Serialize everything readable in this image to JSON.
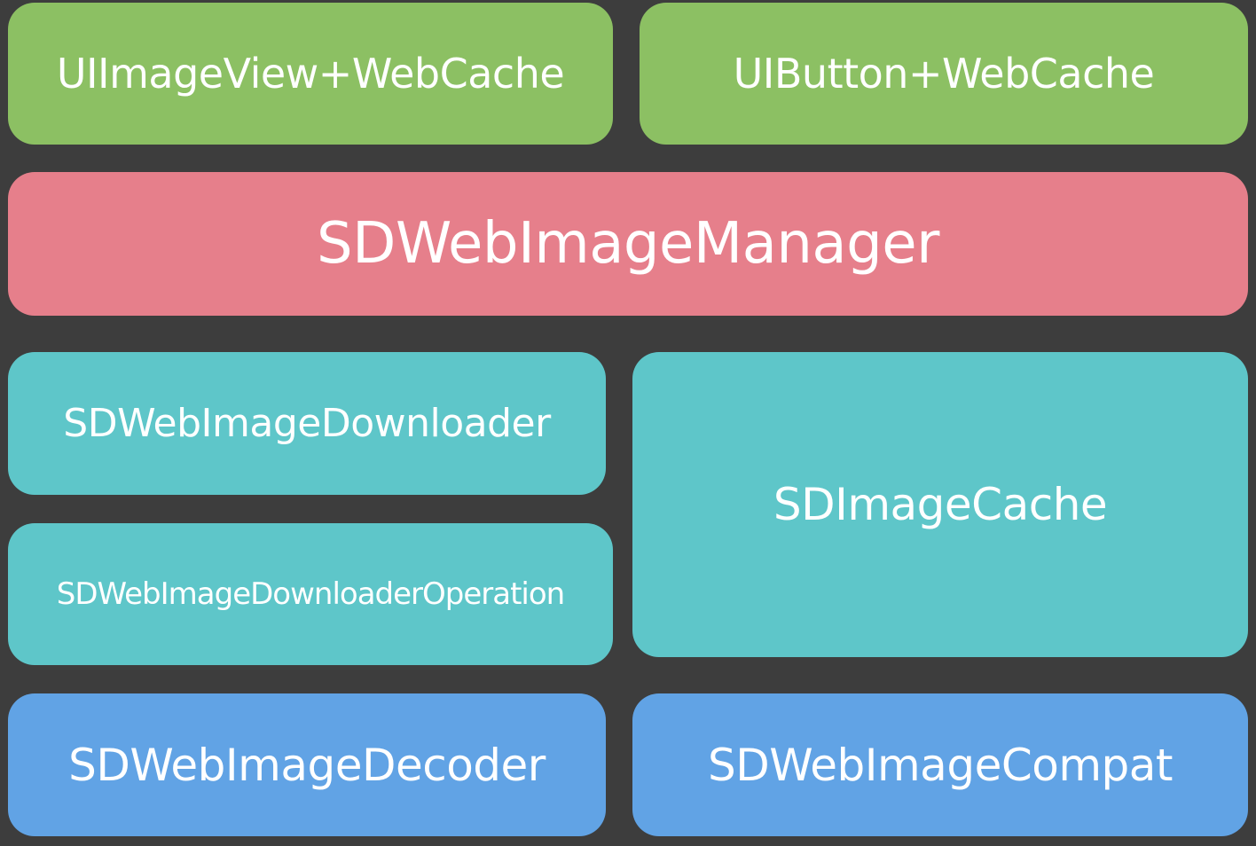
{
  "diagram": {
    "blocks": {
      "uiimageview_webcache": {
        "label": "UIImageView+WebCache",
        "color": "#8cc063"
      },
      "uibutton_webcache": {
        "label": "UIButton+WebCache",
        "color": "#8cc063"
      },
      "manager": {
        "label": "SDWebImageManager",
        "color": "#e67f8b"
      },
      "downloader": {
        "label": "SDWebImageDownloader",
        "color": "#5ec6c9"
      },
      "downloader_operation": {
        "label": "SDWebImageDownloaderOperation",
        "color": "#5ec6c9"
      },
      "image_cache": {
        "label": "SDImageCache",
        "color": "#5ec6c9"
      },
      "decoder": {
        "label": "SDWebImageDecoder",
        "color": "#61a3e5"
      },
      "compat": {
        "label": "SDWebImageCompat",
        "color": "#61a3e5"
      }
    },
    "background_color": "#3d3d3d"
  }
}
